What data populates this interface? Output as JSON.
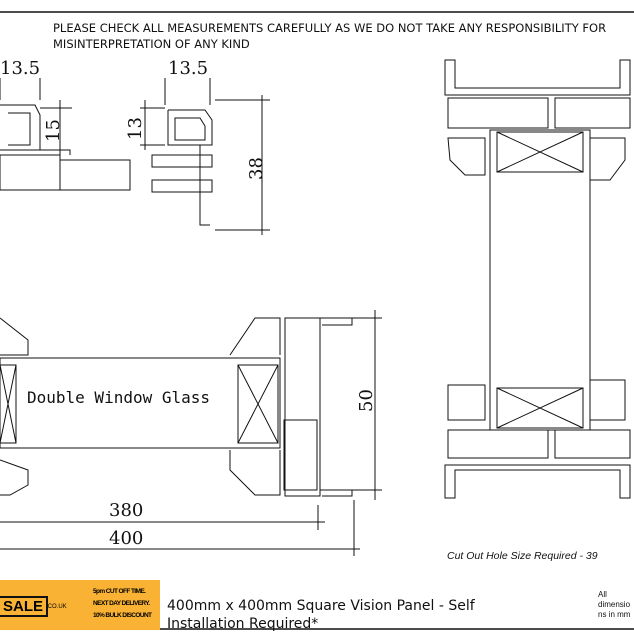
{
  "notice": "PLEASE CHECK ALL MEASUREMENTS CAREFULLY AS WE DO NOT TAKE ANY RESPONSIBILITY FOR MISINTERPRETATION OF ANY KIND",
  "drawing": {
    "dim_left_top": "13.5",
    "dim_right_top": "13.5",
    "dim_15": "15",
    "dim_13": "13",
    "dim_38": "38",
    "glass_label": "Double Window Glass",
    "dim_50": "50",
    "dim_380": "380",
    "dim_400": "400",
    "cutout_note": "Cut Out Hole Size Required - 39"
  },
  "footer": {
    "logo_text": "SALE",
    "logo_tld": ".CO.UK",
    "promo": [
      "5pm CUT OFF TIME.",
      "NEXT DAY DELIVERY.",
      "10% BULK DISCOUNT"
    ],
    "title": "400mm x 400mm Square Vision Panel - Self Installation Required*",
    "dims_note": "All dimensions in mm"
  },
  "colors": {
    "logo_bg": "#F9B233",
    "line": "#111111"
  }
}
